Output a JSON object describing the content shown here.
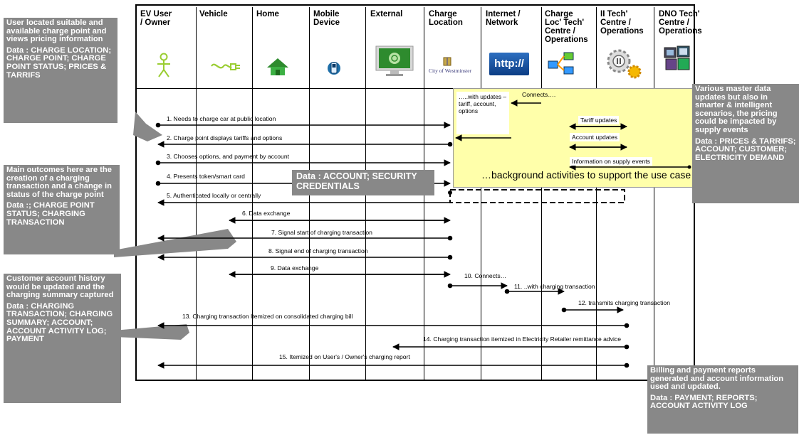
{
  "lanes": [
    {
      "line1": "EV User",
      "line2": "/ Owner",
      "line3": "",
      "line4": ""
    },
    {
      "line1": "Vehicle",
      "line2": "",
      "line3": "",
      "line4": ""
    },
    {
      "line1": "Home",
      "line2": "",
      "line3": "",
      "line4": ""
    },
    {
      "line1": "Mobile",
      "line2": "Device",
      "line3": "",
      "line4": ""
    },
    {
      "line1": "External",
      "line2": "",
      "line3": "",
      "line4": ""
    },
    {
      "line1": "Charge",
      "line2": "Location",
      "line3": "",
      "line4": ""
    },
    {
      "line1": "Internet /",
      "line2": "Network",
      "line3": "",
      "line4": ""
    },
    {
      "line1": "Charge",
      "line2": "Loc' Tech'",
      "line3": "Centre /",
      "line4": "Operations"
    },
    {
      "line1": "II Tech'",
      "line2": "Centre /",
      "line3": "Operations",
      "line4": ""
    },
    {
      "line1": "DNO Tech'",
      "line2": "Centre /",
      "line3": "Operations",
      "line4": ""
    }
  ],
  "icons": {
    "user": "person-icon",
    "vehicle": "ev-plug-icon",
    "home": "house-icon",
    "mobile": "mobile-phone-icon",
    "external": "monitor-icon",
    "charge_location": "city-crest-icon",
    "internet": "http-icon",
    "charge_tech": "network-computers-icon",
    "ii_tech": "gears-icon",
    "dno_tech": "screens-icon"
  },
  "icon_text": {
    "city": "City of Westminster",
    "http": "http://"
  },
  "messages": {
    "m1": "1. Needs to charge car at public location",
    "m2": "2. Charge point displays tariffs and options",
    "m3": "3. Chooses options, and payment by account",
    "m4": "4. Presents token/smart card",
    "m5": "5. Authenticated locally or centrally",
    "m6": "6. Data exchange",
    "m7": "7. Signal start of charging transaction",
    "m8": "8. Signal end of  charging transaction",
    "m9": "9. Data exchange",
    "m10": "10. Connects…",
    "m11": "11. ..with charging transaction",
    "m12": "12. transmits charging transaction",
    "m13": "13. Charging transaction Itemized on consolidated charging bill",
    "m14": "14. Charging transaction itemized in Electricity Retailer remittance advice",
    "m15": "15. Itemized on User's / Owner's charging report"
  },
  "background": {
    "connects": "Connects….",
    "with_updates": "…..with updates – tariff, account, options",
    "tariff_updates": "Tariff updates",
    "account_updates": "Account updates",
    "supply_events": "Information on supply events",
    "bg_text": "…background activities to support the use case",
    "security_box": "Data : ACCOUNT; SECURITY CREDENTIALS"
  },
  "callouts": {
    "c1_text": "User located suitable and available charge point and views pricing information",
    "c1_data": "Data : CHARGE LOCATION; CHARGE POINT; CHARGE POINT STATUS; PRICES & TARRIFS",
    "c2_text": "Main outcomes here are the creation of a charging transaction and a change in status of the charge point",
    "c2_data": "Data :; CHARGE POINT STATUS; CHARGING TRANSACTION",
    "c3_text": "Customer account history would be updated and the charging summary captured",
    "c3_data": "Data : CHARGING TRANSACTION; CHARGING SUMMARY; ACCOUNT; ACCOUNT ACTIVITY LOG; PAYMENT",
    "c4_text": "Various master data updates but also in smarter & intelligent scenarios, the pricing could be impacted by supply events",
    "c4_data": "Data : PRICES & TARRIFS; ACCOUNT; CUSTOMER; ELECTRICITY DEMAND",
    "c5_text": "Billing and payment reports generated and account information used and updated.",
    "c5_data": "Data : PAYMENT; REPORTS; ACCOUNT ACTIVITY LOG"
  }
}
